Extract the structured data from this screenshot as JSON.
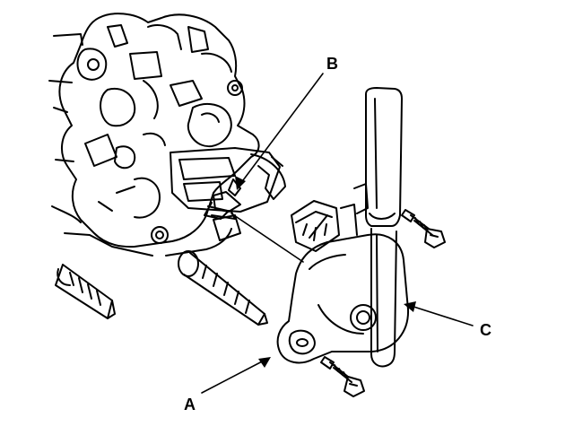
{
  "diagram": {
    "callouts": [
      {
        "id": "a",
        "letter": "A"
      },
      {
        "id": "b",
        "letter": "B"
      },
      {
        "id": "c",
        "letter": "C"
      }
    ]
  }
}
